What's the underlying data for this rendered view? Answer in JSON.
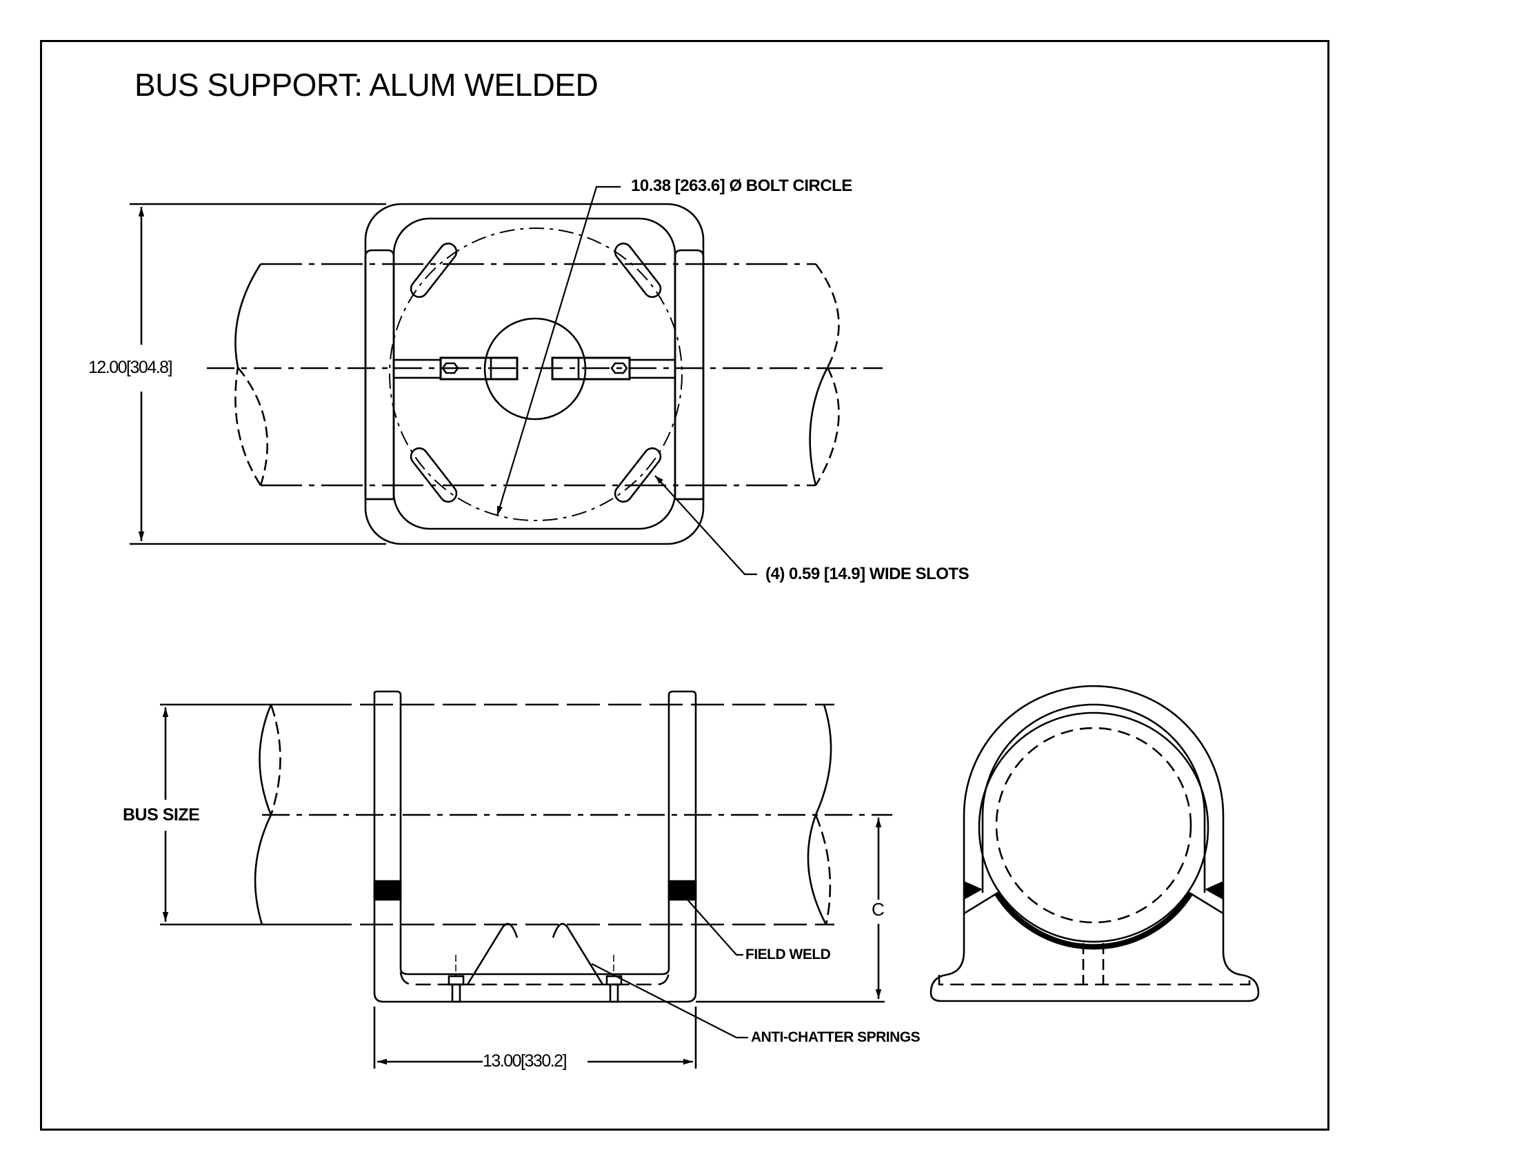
{
  "drawing": {
    "title": "BUS SUPPORT: ALUM WELDED",
    "top_view": {
      "bolt_circle_note": "10.38 [263.6] Ø BOLT CIRCLE",
      "slots_note": "(4) 0.59 [14.9] WIDE SLOTS",
      "overall_dimension": "12.00[304.8]"
    },
    "front_view": {
      "bus_size_label": "BUS SIZE",
      "width_dimension": "13.00[330.2]",
      "c_dimension_label": "C",
      "field_weld_note": "FIELD WELD",
      "springs_note": "ANTI-CHATTER SPRINGS"
    },
    "side_view": {}
  },
  "colors": {
    "ink": "#000000",
    "paper": "#ffffff"
  }
}
